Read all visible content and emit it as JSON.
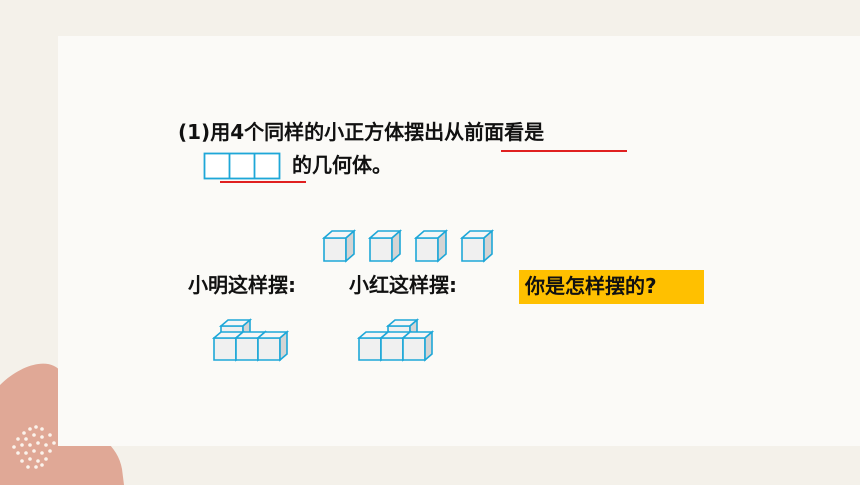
{
  "problem": {
    "number": "(1)",
    "line1": "用4个同样的小正方体摆出从前面看是",
    "line2": "的几何体。"
  },
  "labels": {
    "xiaoming": "小明这样摆:",
    "xiaohong": "小红这样摆:",
    "question": "你是怎样摆的?"
  },
  "colors": {
    "slide_background": "#fbfaf7",
    "page_background": "#f4f1ea",
    "cube_face": "#f0f0f0",
    "cube_edge": "#1ea7d8",
    "underline": "#e02020",
    "answer_highlight": "#ffc000",
    "decoration": "#e0a896"
  },
  "icons": {
    "front_view": "front-view-three-squares-icon",
    "cubes": "four-separate-cubes-icon",
    "xiaoming_arrangement": "cube-arrangement-icon",
    "xiaohong_arrangement": "cube-arrangement-icon"
  }
}
